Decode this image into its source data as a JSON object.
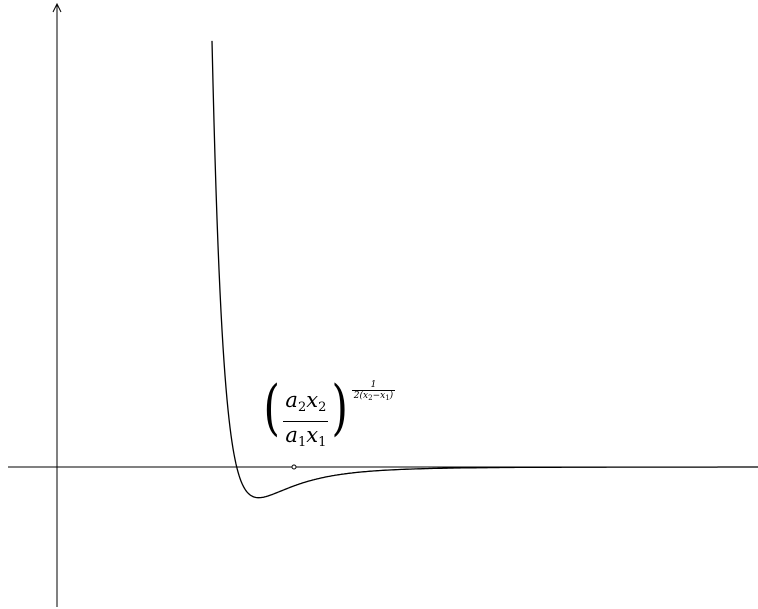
{
  "label": {
    "left_paren": "(",
    "right_paren": ")",
    "num_a": "a",
    "num_a_sub": "2",
    "num_x": "x",
    "num_x_sub": "2",
    "den_a": "a",
    "den_a_sub": "1",
    "den_x": "x",
    "den_x_sub": "1",
    "exp_num": "1",
    "exp_den_pre": "2(",
    "exp_x2": "x",
    "exp_x2_sub": "2",
    "exp_minus": "−",
    "exp_x1": "x",
    "exp_x1_sub": "1",
    "exp_den_post": ")"
  }
}
